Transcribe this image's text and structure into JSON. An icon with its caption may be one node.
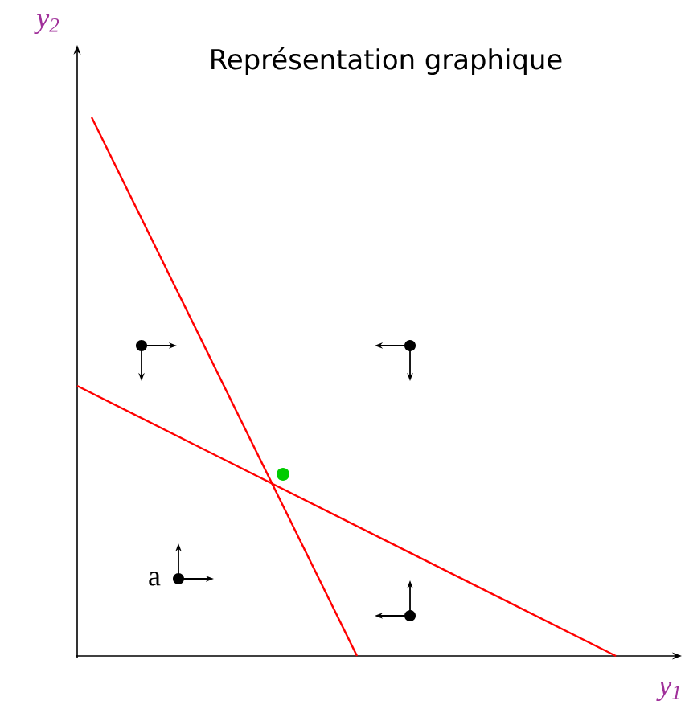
{
  "diagram": {
    "title": "Représentation graphique",
    "labels": [
      "y$_{2}$",
      "y$_{1}$",
      "a"
    ]
  }
}
